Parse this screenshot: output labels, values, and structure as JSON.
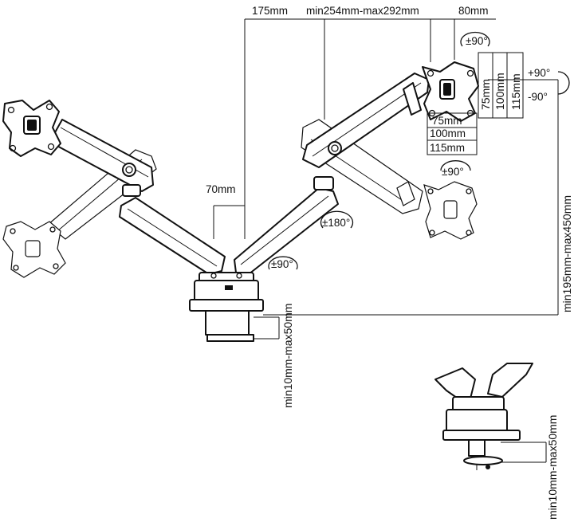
{
  "dimensions": {
    "top_left": "175mm",
    "top_middle": "min254mm-max292mm",
    "top_right": "80mm",
    "arm_offset": "70mm",
    "vesa_h_75": "75mm",
    "vesa_h_100": "100mm",
    "vesa_h_115": "115mm",
    "vesa_v_75": "75mm",
    "vesa_v_100": "100mm",
    "vesa_v_115": "115mm",
    "height_range": "min195mm-max450mm",
    "clamp_thickness": "min10mm-max50mm",
    "grommet_thickness": "min10mm-max50mm"
  },
  "rotations": {
    "swivel_top": "±90°",
    "tilt_up": "+90°",
    "tilt_down": "-90°",
    "swivel_head": "±90°",
    "elbow": "±180°",
    "base": "±90°"
  }
}
